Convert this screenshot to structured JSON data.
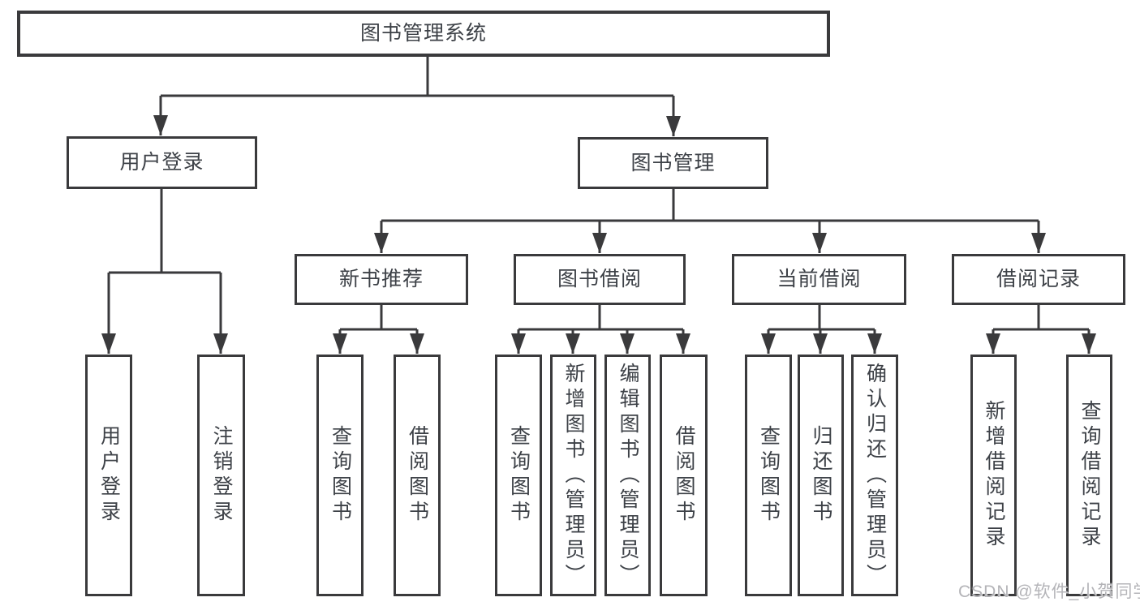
{
  "title": "图书管理系统",
  "watermark": "CSDN @软件_小贺同学",
  "colors": {
    "line": "#3a3a3c",
    "text": "#3d4147",
    "background": "#ffffff",
    "watermark": "#b4b4b8"
  },
  "nodes": {
    "root": {
      "label": "图书管理系统"
    },
    "level1": [
      {
        "label": "用户登录"
      },
      {
        "label": "图书管理"
      }
    ],
    "level2": [
      {
        "label": "新书推荐"
      },
      {
        "label": "图书借阅"
      },
      {
        "label": "当前借阅"
      },
      {
        "label": "借阅记录"
      }
    ],
    "leaves": [
      {
        "label": "用户登录"
      },
      {
        "label": "注销登录"
      },
      {
        "label": "查询图书"
      },
      {
        "label": "借阅图书"
      },
      {
        "label": "查询图书"
      },
      {
        "label": "新增图书（管理员）"
      },
      {
        "label": "编辑图书（管理员）"
      },
      {
        "label": "借阅图书"
      },
      {
        "label": "查询图书"
      },
      {
        "label": "归还图书"
      },
      {
        "label": "确认归还（管理员）"
      },
      {
        "label": "新增借阅记录"
      },
      {
        "label": "查询借阅记录"
      }
    ]
  }
}
